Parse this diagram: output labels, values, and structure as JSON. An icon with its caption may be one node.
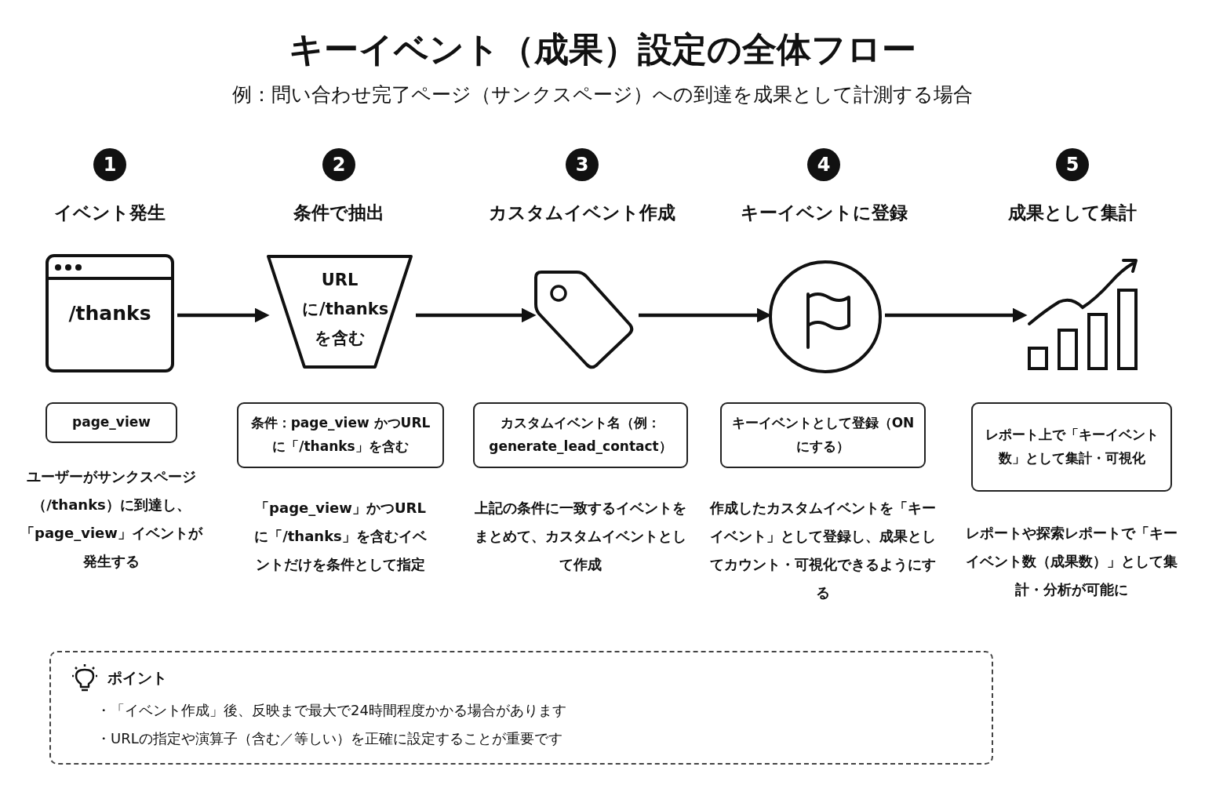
{
  "diagram": {
    "title": "キーイベント（成果）設定の全体フロー",
    "nodes": [
      {
        "text": [
          "/thanks"
        ],
        "beside": [
          "1",
          "イベント発生"
        ]
      },
      {
        "text": [
          "URLに/thanksを含む"
        ],
        "beside": [
          "2",
          "条件で抽出"
        ]
      },
      {
        "text": [],
        "shape": "tag",
        "beside": [
          "3",
          "カスタムイベント作成"
        ]
      },
      {
        "text": [],
        "shape": "circle",
        "beside": [
          "4",
          "キーイベントに登録"
        ]
      },
      {
        "text": [],
        "shape": "chart",
        "beside": [
          "5",
          "成果として集計"
        ]
      },
      {
        "text": [
          "page_view"
        ],
        "beside": [
          "ユーザーがサンクスページ（/thanks）に到達し、「page_view」イベントが発生する"
        ]
      },
      {
        "text": [
          "条件：page_view かつURLに「/thanks」を含む"
        ],
        "beside": [
          "「page_view」かつURLに「/thanks」を含むイベントだけを条件として指定"
        ]
      },
      {
        "text": [
          "カスタムイベント名（例：generate_lead_contact）"
        ],
        "beside": [
          "上記の条件に一致するイベントをまとめて、カスタムイベントとして作成"
        ]
      },
      {
        "text": [
          "キーイベントとして登録（ONにする）"
        ],
        "beside": [
          "作成したカスタムイベントを「キーイベント」として登録し、成果としてカウント・可視化できるようにする"
        ]
      },
      {
        "text": [
          "レポート上で「キーイベント数」として集計・可視化"
        ],
        "beside": [
          "レポートや探索レポートで「キーイベント数（成果数）」として集計・分析が可能に"
        ]
      },
      {
        "text": [
          "ポイント",
          "・「イベント作成」後、反映まで最大で24時間程度かかる場合があります",
          "・URLの指定や演算子（含む／等しい）を正確に設定することが重要です"
        ]
      }
    ],
    "edges": [
      {
        "from": 0,
        "to": 1,
        "arrow": "to"
      },
      {
        "from": 1,
        "to": 2,
        "arrow": "to"
      },
      {
        "from": 2,
        "to": 3,
        "arrow": "to"
      },
      {
        "from": 3,
        "to": 4,
        "arrow": "to"
      }
    ],
    "labels": [
      "例：問い合わせ完了ページ（サンクスページ）への到達を成果として計測する場合"
    ]
  }
}
